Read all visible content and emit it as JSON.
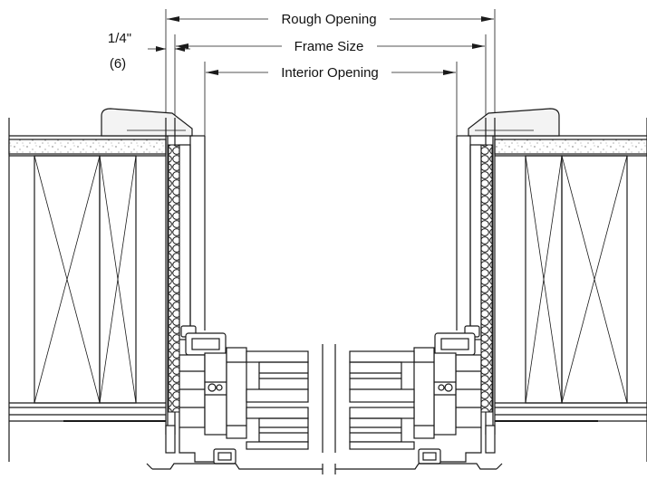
{
  "dimensions": {
    "rough_opening": "Rough Opening",
    "frame_size": "Frame Size",
    "interior_opening": "Interior Opening",
    "gap_fraction": "1/4\"",
    "gap_metric": "(6)"
  },
  "colors": {
    "line": "#1a1a1a",
    "background": "#ffffff",
    "trim_fill": "#f3f3f3"
  }
}
